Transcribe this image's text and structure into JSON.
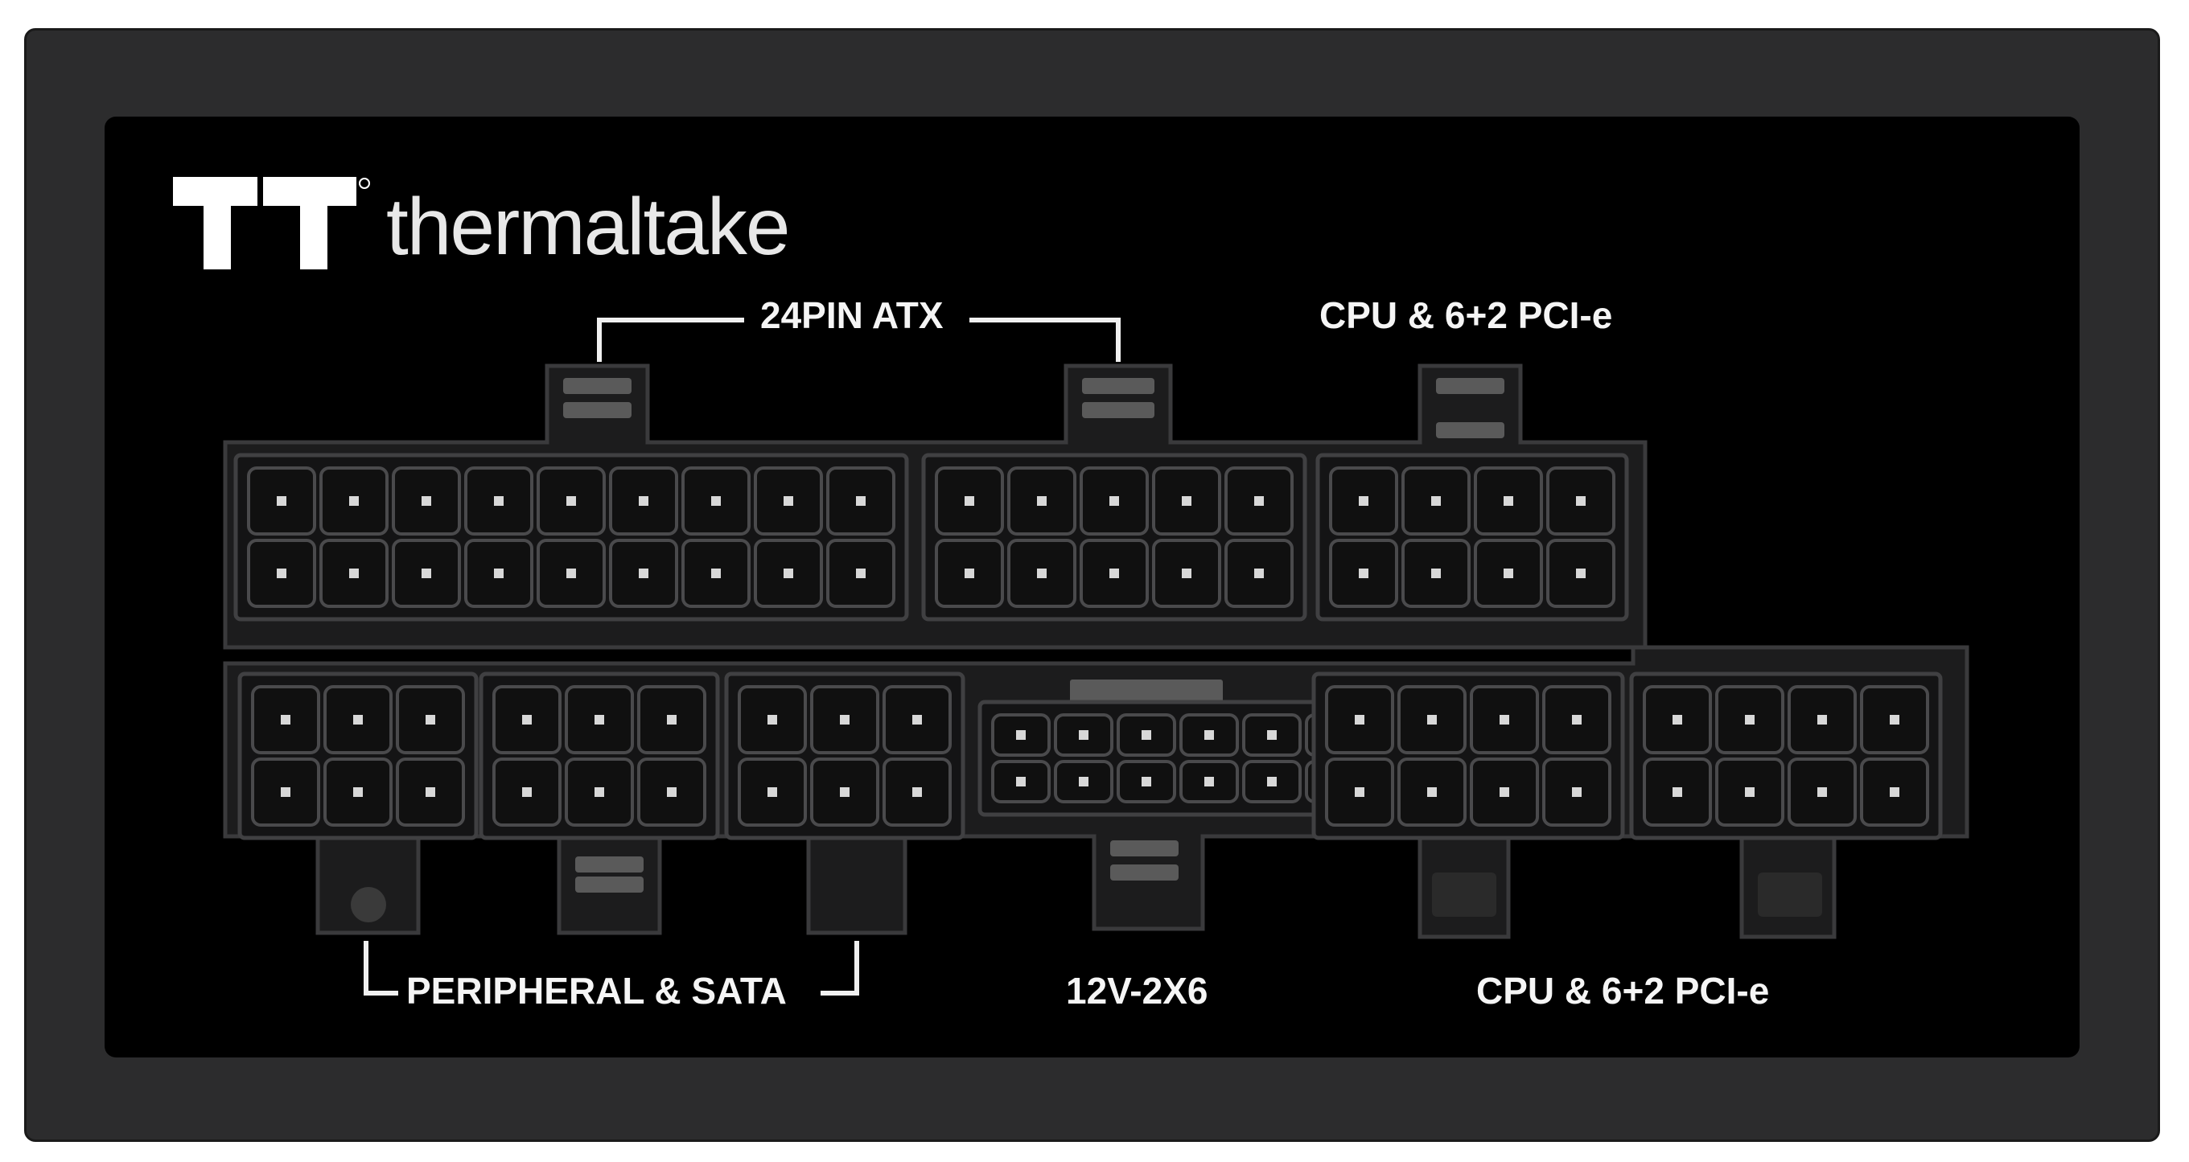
{
  "brand": {
    "name": "thermaltake",
    "logo": "tt-logo-icon"
  },
  "labels": {
    "atx24": "24PIN ATX",
    "cpu_pcie_top": "CPU & 6+2 PCI-e",
    "peripheral_sata": "PERIPHERAL & SATA",
    "hpwr": "12V-2X6",
    "cpu_pcie_bottom": "CPU & 6+2 PCI-e"
  },
  "colors": {
    "label_bg": "#000000",
    "housing": "#2c2c2d",
    "connector": "#1e1e1f",
    "pin": "#101010",
    "text": "#f5f5f5"
  },
  "connectors": [
    {
      "name": "atx24-main-socket",
      "rows": 2,
      "cols": 9
    },
    {
      "name": "atx24-secondary-socket",
      "rows": 2,
      "cols": 5
    },
    {
      "name": "cpu-pcie-top-socket",
      "rows": 2,
      "cols": 4
    },
    {
      "name": "peripheral-sata-socket-1",
      "rows": 2,
      "cols": 3
    },
    {
      "name": "peripheral-sata-socket-2",
      "rows": 2,
      "cols": 3
    },
    {
      "name": "peripheral-sata-socket-3",
      "rows": 2,
      "cols": 3
    },
    {
      "name": "hpwr-12v-2x6-socket",
      "rows": 2,
      "cols": 6
    },
    {
      "name": "cpu-pcie-bottom-socket-1",
      "rows": 2,
      "cols": 4
    },
    {
      "name": "cpu-pcie-bottom-socket-2",
      "rows": 2,
      "cols": 4
    }
  ]
}
